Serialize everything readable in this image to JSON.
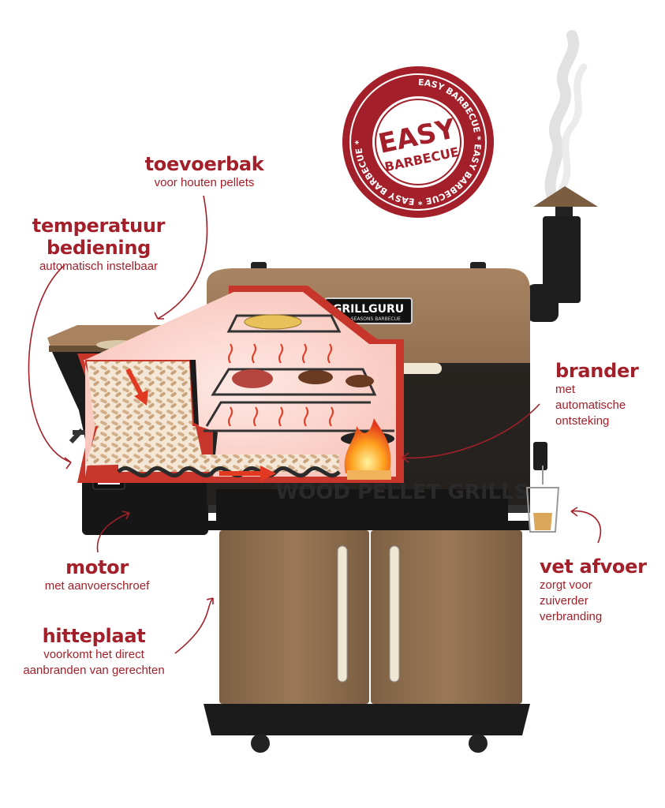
{
  "badge": {
    "ring_text": "EASY BARBECUE * EASY BARBECUE * EASY BARBECUE *",
    "line1": "EASY",
    "line2": "BARBECUE"
  },
  "brand": {
    "logo": "GRILLGURU",
    "logo_sub": "FOUR SEASONS BARBECUE",
    "panel_text": "WOOD PELLET GRILLS"
  },
  "labels": {
    "toevoerbak": {
      "title": "toevoerbak",
      "sub": "voor houten pellets"
    },
    "temperatuur": {
      "title_line1": "temperatuur",
      "title_line2": "bediening",
      "sub": "automatisch instelbaar"
    },
    "motor": {
      "title": "motor",
      "sub": "met aanvoerschroef"
    },
    "hitteplaat": {
      "title": "hitteplaat",
      "sub_line1": "voorkomt het direct",
      "sub_line2": "aanbranden van gerechten"
    },
    "brander": {
      "title": "brander",
      "sub_line1": "met",
      "sub_line2": "automatische",
      "sub_line3": "ontsteking"
    },
    "vet": {
      "title": "vet afvoer",
      "sub_line1": "zorgt voor",
      "sub_line2": "zuiverder",
      "sub_line3": "verbranding"
    }
  },
  "colors": {
    "accent": "#a3202a",
    "bronze": "#8a6a4b",
    "dark": "#1b1b1b",
    "heat": "#e23a22"
  }
}
